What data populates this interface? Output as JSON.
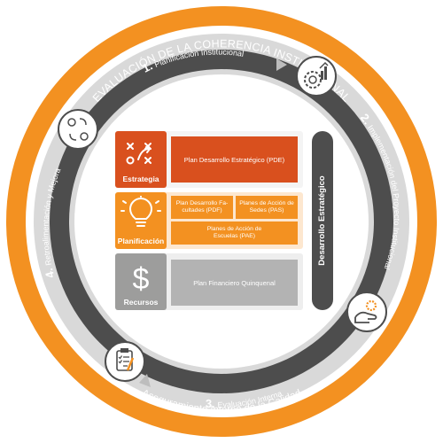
{
  "outer_ring": {
    "top_label": "EVALUACIÓN DE LA COHERENCIA INSTITUCIONAL",
    "bottom_label": "Aseguramiento Interno de la Calidad"
  },
  "stages": [
    {
      "number": "1.",
      "label": "Planificación Institucional",
      "icon": "gear-chart-icon"
    },
    {
      "number": "2.",
      "label": "Implementación del Proyecto Institucional",
      "icon": "hand-gear-icon"
    },
    {
      "number": "3.",
      "label": "Evaluación Interna",
      "icon": "clipboard-checklist-icon"
    },
    {
      "number": "4.",
      "label": "Retroalimentación y Mejora",
      "icon": "people-exchange-icon"
    }
  ],
  "center": {
    "vertical_label": "Desarrollo Estratégico",
    "categories": [
      {
        "name": "Estrategia",
        "icon": "strategy-play-icon",
        "color": "#d9501e"
      },
      {
        "name": "Planificación",
        "icon": "lightbulb-icon",
        "color": "#f39121"
      },
      {
        "name": "Recursos",
        "icon": "dollar-icon",
        "color": "#9d9d9c"
      }
    ],
    "plans": {
      "pde": "Plan Desarrollo Estratégico (PDE)",
      "pdf": "Plan Desarrollo Fa-cultades (PDF)",
      "pas": "Planes de Acción de Sedes (PAS)",
      "pae": "Planes de Acción de Escuelas (PAE)",
      "financiero": "Plan Financiero Quinquenal"
    }
  },
  "colors": {
    "orange": "#f39121",
    "dark_orange": "#d9501e",
    "dark_gray": "#4d4d4d",
    "ring_gray": "#d9d9d9",
    "light_gray": "#b3b3b3"
  }
}
